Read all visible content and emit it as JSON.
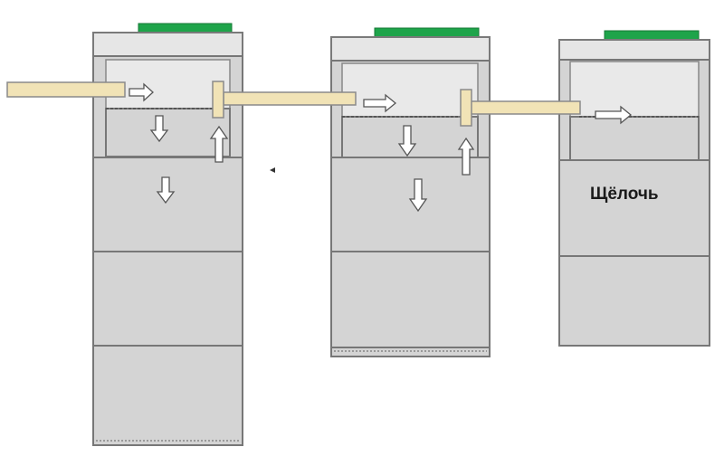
{
  "diagram": {
    "label_alkali": "Щёлочь",
    "colors": {
      "hatch": "#1ea44a",
      "pipe": "#f1e3b6",
      "wall": "#d4d4d4",
      "background": "#ffffff"
    },
    "tanks": [
      {
        "name": "tank-1",
        "sections": 4
      },
      {
        "name": "tank-2",
        "sections": 3
      },
      {
        "name": "tank-3",
        "sections": 3
      }
    ]
  }
}
